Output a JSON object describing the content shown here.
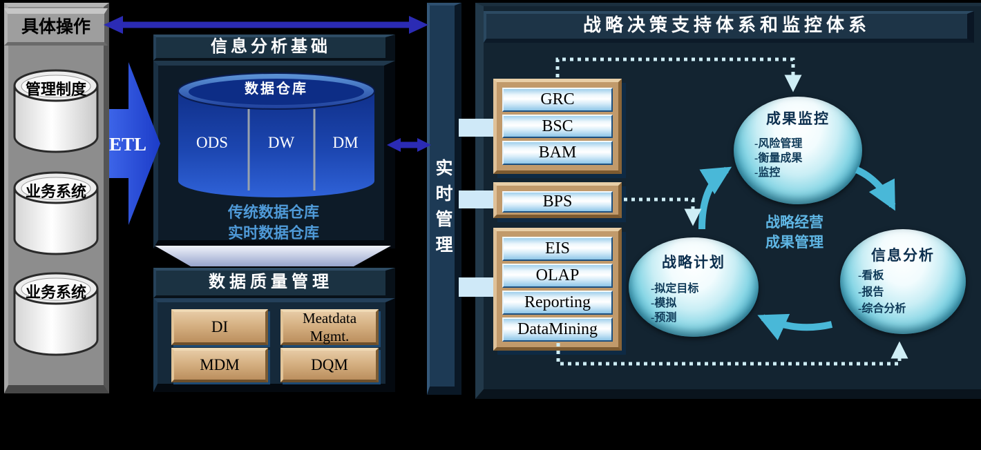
{
  "left_panel": {
    "title": "具体操作",
    "cylinders": [
      {
        "label": "管理制度"
      },
      {
        "label": "业务系统"
      },
      {
        "label": "业务系统"
      }
    ]
  },
  "etl_arrow": {
    "label": "ETL"
  },
  "info_panel": {
    "title": "信息分析基础",
    "warehouse_label": "数据仓库",
    "layers": [
      "ODS",
      "DW",
      "DM"
    ],
    "notes": [
      "传统数据仓库",
      "实时数据仓库"
    ]
  },
  "quality_panel": {
    "title": "数据质量管理",
    "boxes": [
      "DI",
      "Meatdata Mgmt.",
      "MDM",
      "DQM"
    ]
  },
  "realtime_bar": {
    "label": "实时管理"
  },
  "right_panel": {
    "title": "战略决策支持体系和监控体系",
    "groups": [
      {
        "items": [
          "GRC",
          "BSC",
          "BAM"
        ]
      },
      {
        "items": [
          "BPS"
        ]
      },
      {
        "items": [
          "EIS",
          "OLAP",
          "Reporting",
          "DataMining"
        ]
      }
    ],
    "center_text": [
      "战略经营",
      "成果管理"
    ],
    "spheres": [
      {
        "title": "成果监控",
        "bullets": [
          "-风险管理",
          "-衡量成果",
          "-监控"
        ]
      },
      {
        "title": "战略计划",
        "bullets": [
          "-拟定目标",
          "-模拟",
          "-预测"
        ]
      },
      {
        "title": "信息分析",
        "bullets": [
          "-看板",
          "-报告",
          "-综合分析"
        ]
      }
    ]
  },
  "colors": {
    "double_arrow_blue": "#2b2bb4",
    "etl_blue": "#2a52e0",
    "tan": "#c19a6b",
    "module_blue_top": "#9fcfec",
    "cycle_arrow_cyan": "#49b8d8",
    "dotted_line": "#cfeef6",
    "warehouse_note_blue": "#4f9ad8",
    "center_text_blue": "#5fb6e4"
  }
}
